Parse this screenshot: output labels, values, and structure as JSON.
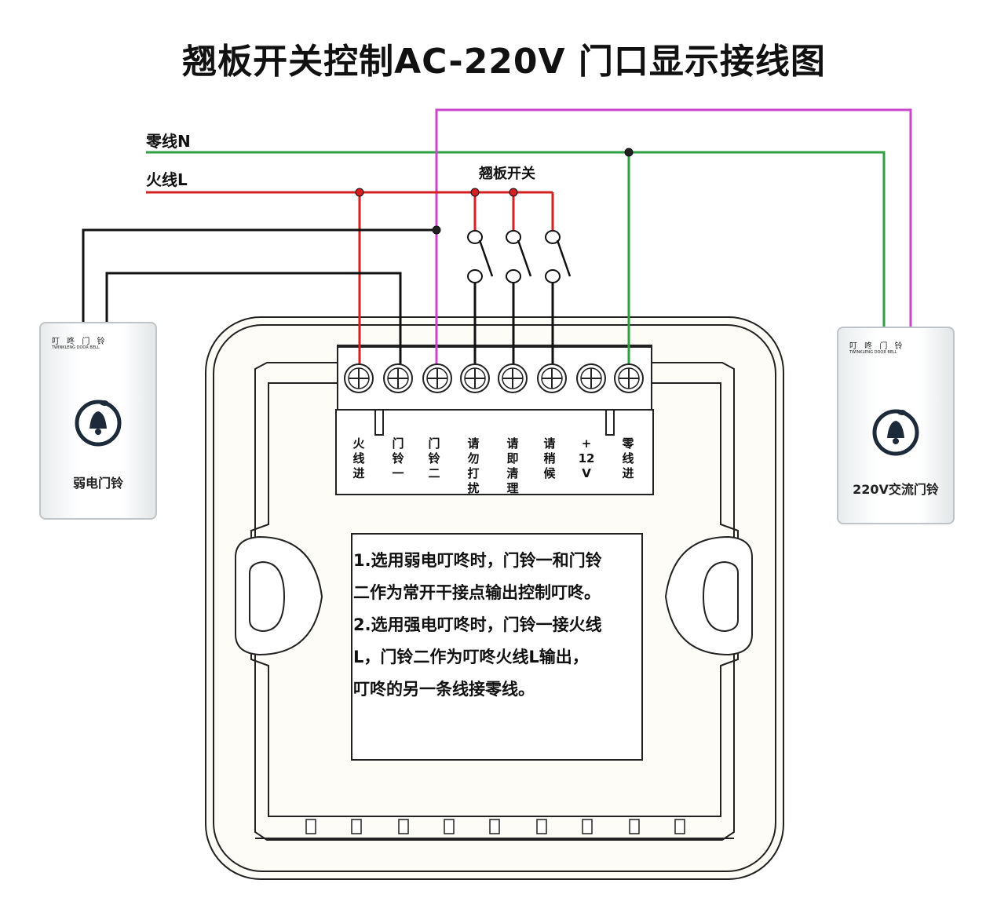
{
  "title": "翘板开关控制AC-220V 门口显示接线图",
  "wires": {
    "neutral_label": "零线N",
    "live_label": "火线L",
    "switch_label": "翘板开关"
  },
  "terminals": [
    {
      "label": [
        "火",
        "线",
        "进"
      ]
    },
    {
      "label": [
        "门",
        "铃",
        "一"
      ]
    },
    {
      "label": [
        "门",
        "铃",
        "二"
      ]
    },
    {
      "label": [
        "请",
        "勿",
        "打",
        "扰"
      ]
    },
    {
      "label": [
        "请",
        "即",
        "清",
        "理"
      ]
    },
    {
      "label": [
        "请",
        "稍",
        "候"
      ]
    },
    {
      "label": [
        "+",
        "12",
        "V"
      ]
    },
    {
      "label": [
        "零",
        "线",
        "进"
      ]
    }
  ],
  "left_bell": {
    "brand_cn": "叮 咚 门 铃",
    "brand_en": "TWINKLENG DOOR BELL",
    "label": "弱电门铃"
  },
  "right_bell": {
    "brand_cn": "叮 咚 门 铃",
    "brand_en": "TWINKLENG DOOR BELL",
    "label": "220V交流门铃"
  },
  "note": [
    "1.选用弱电叮咚时，门铃一和门铃",
    "二作为常开干接点输出控制叮咚。",
    "2.选用强电叮咚时，门铃一接火线",
    "L，门铃二作为叮咚火线L输出，",
    "叮咚的另一条线接零线。"
  ],
  "colors": {
    "live": "#d42020",
    "neutral": "#2ea043",
    "bell_out": "#cc44cc",
    "low_voltage": "#111111"
  }
}
